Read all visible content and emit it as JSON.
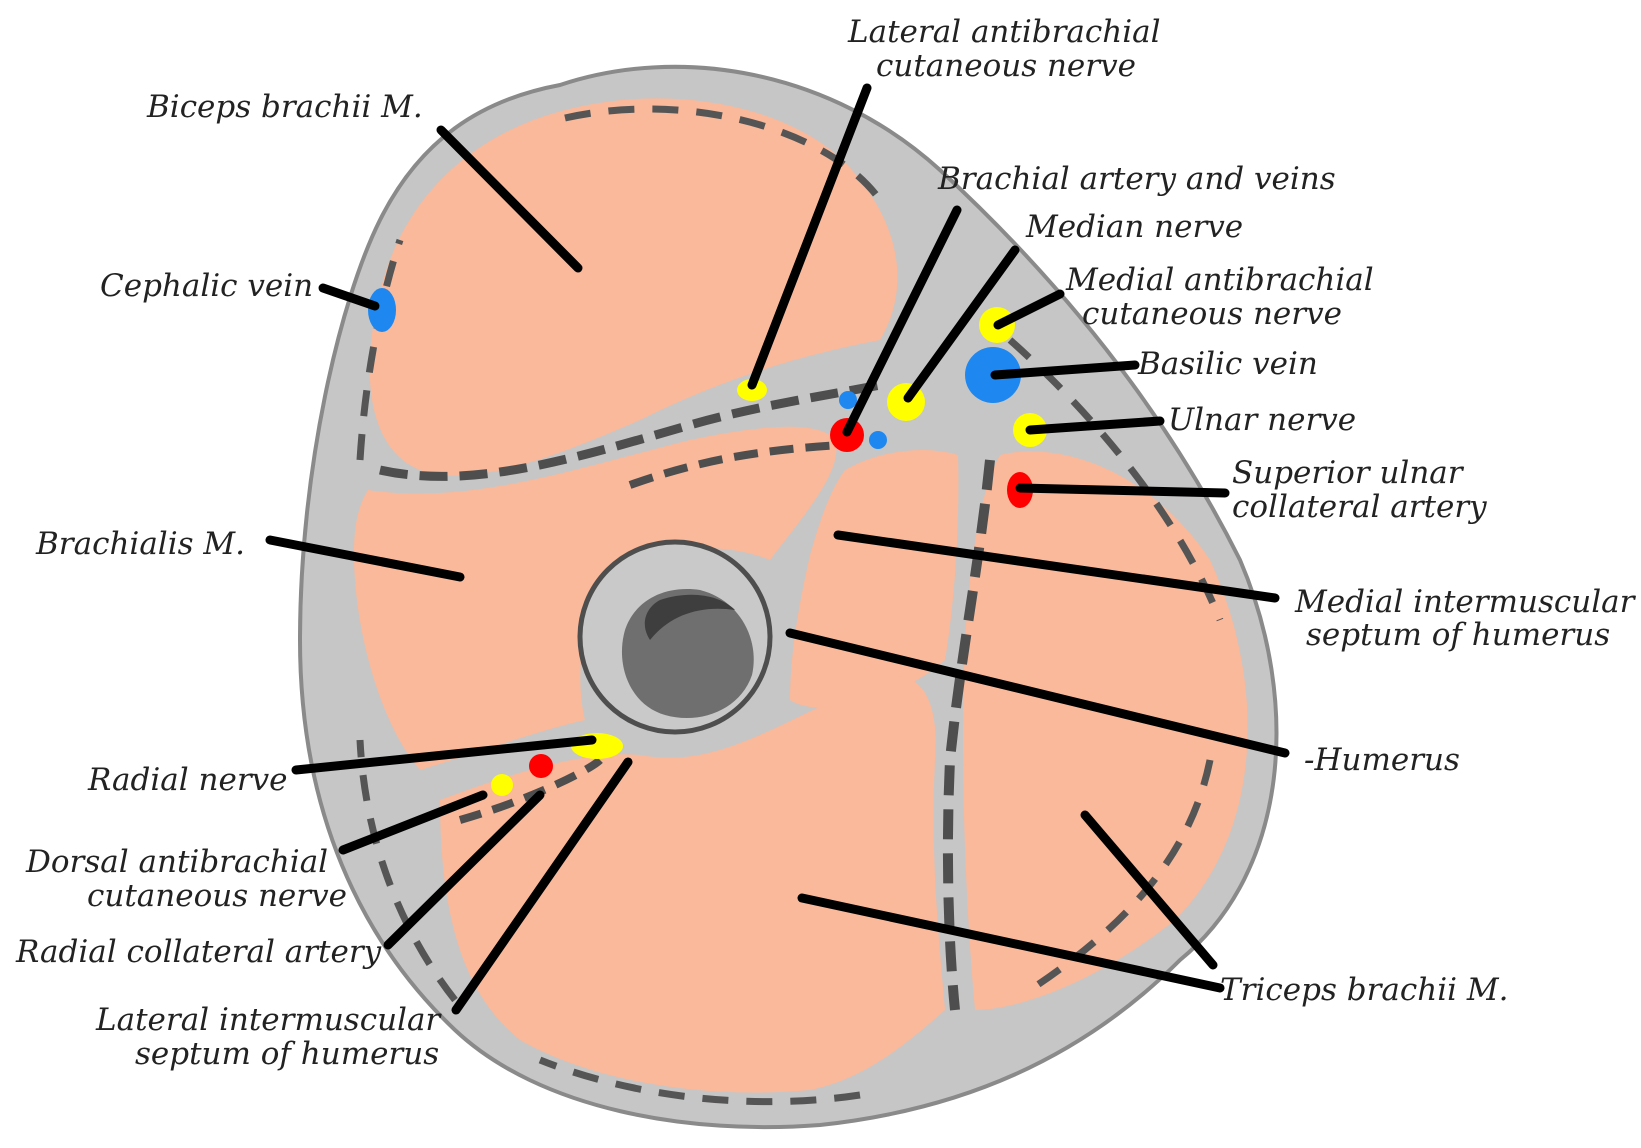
{
  "labels": {
    "lateral_antibrachial_1": "Lateral antibrachial",
    "lateral_antibrachial_2": "cutaneous nerve",
    "biceps": "Biceps brachii M.",
    "brachial_artery": "Brachial artery and veins",
    "median_nerve": "Median nerve",
    "medial_antibrachial_1": "Medial antibrachial",
    "medial_antibrachial_2": "cutaneous nerve",
    "cephalic_vein": "Cephalic vein",
    "basilic_vein": "Basilic vein",
    "ulnar_nerve": "Ulnar nerve",
    "superior_ulnar_1": "Superior ulnar",
    "superior_ulnar_2": "collateral artery",
    "brachialis": "Brachialis M.",
    "medial_septum_1": "Medial intermuscular",
    "medial_septum_2": "septum of humerus",
    "humerus": "-Humerus",
    "radial_nerve": "Radial nerve",
    "dorsal_antibrachial_1": "Dorsal antibrachial",
    "dorsal_antibrachial_2": "cutaneous nerve",
    "radial_collateral": "Radial collateral artery",
    "triceps": "Triceps brachii M.",
    "lateral_septum_1": "Lateral intermuscular",
    "lateral_septum_2": "septum of humerus"
  },
  "colors": {
    "muscle": "#f9b99a",
    "fascia": "#c6c6c6",
    "fascia_dark": "#4e4e4e",
    "bone_cortex": "#c9c9c9",
    "marrow": "#6f6f6f",
    "nerve": "#ffff00",
    "artery": "#ff0000",
    "vein": "#1e88f0",
    "leader": "#000000"
  }
}
